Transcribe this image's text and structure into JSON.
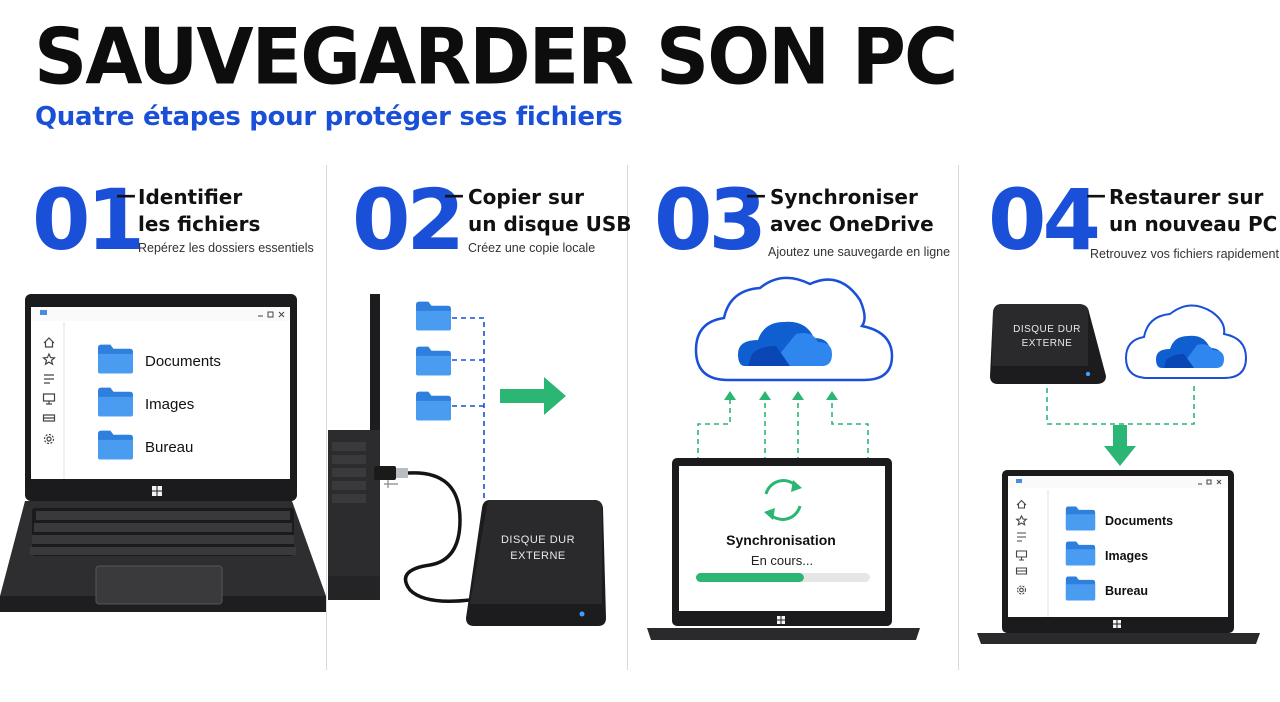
{
  "header": {
    "title": "SAUVEGARDER SON PC",
    "subtitle": "Quatre étapes pour protéger ses fichiers"
  },
  "steps": [
    {
      "number": "01",
      "title_line1": "Identifier",
      "title_line2": "les fichiers",
      "description": "Repérez les dossiers essentiels"
    },
    {
      "number": "02",
      "title_line1": "Copier sur",
      "title_line2": "un disque USB",
      "description": "Créez une copie locale"
    },
    {
      "number": "03",
      "title_line1": "Synchroniser",
      "title_line2": "avec OneDrive",
      "description": "Ajoutez une sauvegarde en ligne"
    },
    {
      "number": "04",
      "title_line1": "Restaurer sur",
      "title_line2": "un nouveau PC",
      "description": "Retrouvez vos fichiers rapidement"
    }
  ],
  "laptop1": {
    "folders": [
      "Documents",
      "Images",
      "Bureau"
    ],
    "sidebar_icons": [
      "home-icon",
      "star-icon",
      "list-icon",
      "monitor-icon",
      "drive-icon",
      "gear-icon"
    ]
  },
  "drive": {
    "line1": "DISQUE DUR",
    "line2": "EXTERNE"
  },
  "sync": {
    "label": "Synchronisation",
    "status": "En cours...",
    "progress": 0.62
  },
  "laptop4": {
    "folders": [
      "Documents",
      "Images",
      "Bureau"
    ]
  },
  "colors": {
    "accent": "#1a4fd8",
    "arrow": "#2bb673",
    "folder": "#3b8fe6",
    "progress": "#2bb673"
  }
}
